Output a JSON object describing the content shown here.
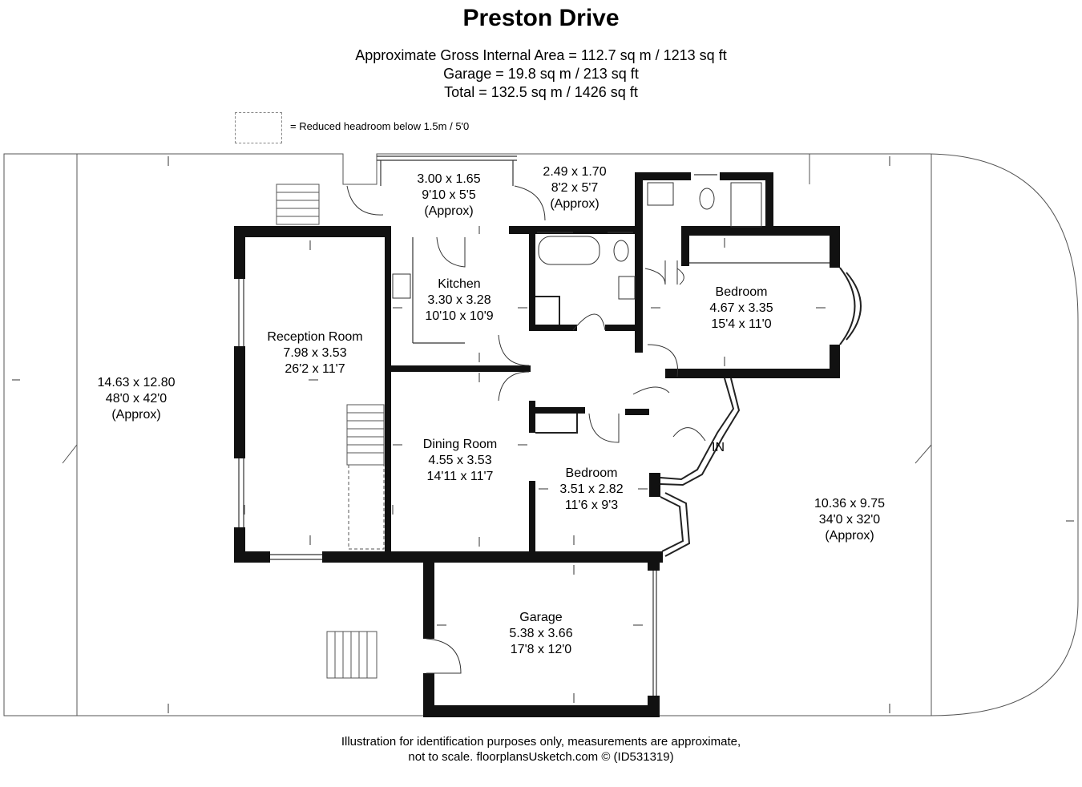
{
  "header": {
    "title": "Preston Drive",
    "area_lines": [
      "Approximate Gross Internal Area = 112.7 sq m / 1213 sq ft",
      "Garage = 19.8 sq m / 213 sq ft",
      "Total = 132.5 sq m / 1426 sq ft"
    ]
  },
  "legend": {
    "text": "= Reduced headroom below 1.5m / 5'0"
  },
  "rooms": {
    "garden_left": [
      "14.63 x 12.80",
      "48'0 x 42'0",
      "(Approx)"
    ],
    "terrace_top": [
      "3.00 x 1.65",
      "9'10 x 5'5",
      "(Approx)"
    ],
    "porch_top": [
      "2.49 x 1.70",
      "8'2 x 5'7",
      "(Approx)"
    ],
    "kitchen": [
      "Kitchen",
      "3.30 x 3.28",
      "10'10 x 10'9"
    ],
    "reception": [
      "Reception Room",
      "7.98 x 3.53",
      "26'2 x 11'7"
    ],
    "bedroom1": [
      "Bedroom",
      "4.67 x 3.35",
      "15'4 x 11'0"
    ],
    "dining": [
      "Dining Room",
      "4.55 x 3.53",
      "14'11 x 11'7"
    ],
    "bedroom2": [
      "Bedroom",
      "3.51 x 2.82",
      "11'6 x 9'3"
    ],
    "garden_right": [
      "10.36 x 9.75",
      "34'0 x 32'0",
      "(Approx)"
    ],
    "garage": [
      "Garage",
      "5.38 x 3.66",
      "17'8 x 12'0"
    ]
  },
  "entrance": {
    "label": "IN"
  },
  "footer": {
    "lines": [
      "Illustration for identification purposes only, measurements are approximate,",
      "not to scale. floorplansUsketch.com © (ID531319)"
    ]
  }
}
